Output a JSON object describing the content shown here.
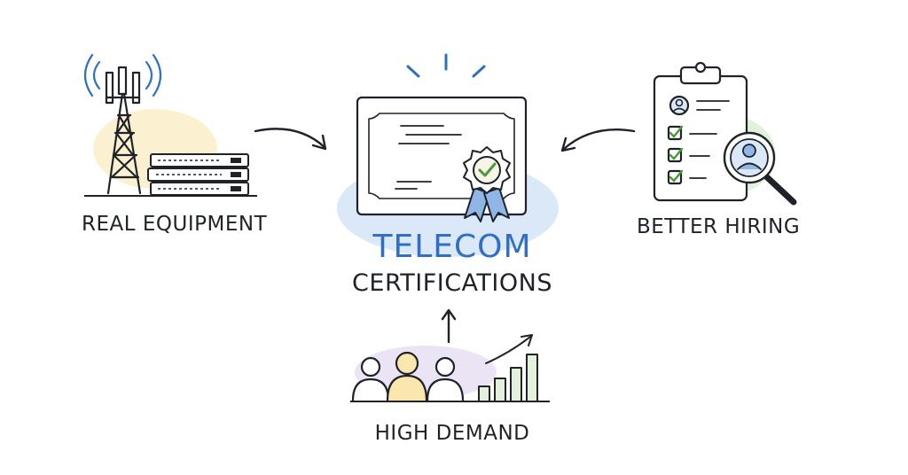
{
  "nodes": {
    "equipment": {
      "label": "REAL EQUIPMENT"
    },
    "hiring": {
      "label": "BETTER HIRING"
    },
    "demand": {
      "label": "HIGH DEMAND"
    },
    "center": {
      "title_line1": "TELECOM",
      "title_line2": "CERTIFICATIONS"
    }
  },
  "colors": {
    "ink": "#1f2329",
    "accent_blue": "#2f6fc4",
    "soft_blue": "#dbe8f8",
    "soft_yellow": "#fbf0cf",
    "soft_green": "#e3f1dc",
    "soft_purple": "#ebe4f5",
    "check_green": "#4a9a3a"
  },
  "icons": [
    "cell-tower-icon",
    "server-rack-icon",
    "certificate-icon",
    "award-ribbon-icon",
    "clipboard-icon",
    "magnifier-icon",
    "people-group-icon",
    "bar-chart-icon"
  ]
}
